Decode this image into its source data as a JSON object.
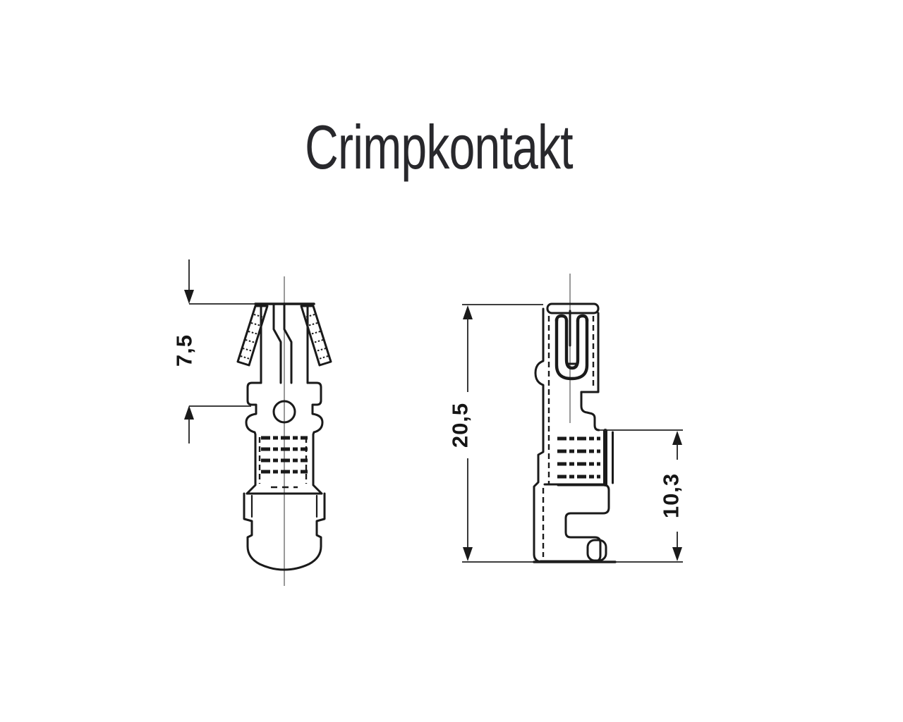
{
  "title": "Crimpkontakt",
  "drawing": {
    "type": "technical-dimension-drawing",
    "views": {
      "front": {
        "name": "front view of crimp contact"
      },
      "side": {
        "name": "side view of crimp contact"
      }
    },
    "dimensions": {
      "front_upper": {
        "label": "7,5"
      },
      "side_overall": {
        "label": "20,5"
      },
      "side_lower": {
        "label": "10,3"
      }
    },
    "colors": {
      "line": "#1a1a1a",
      "centerline": "#8f8f8f",
      "dimension_line": "#222222",
      "title_text": "#28282c",
      "background": "#ffffff"
    }
  }
}
